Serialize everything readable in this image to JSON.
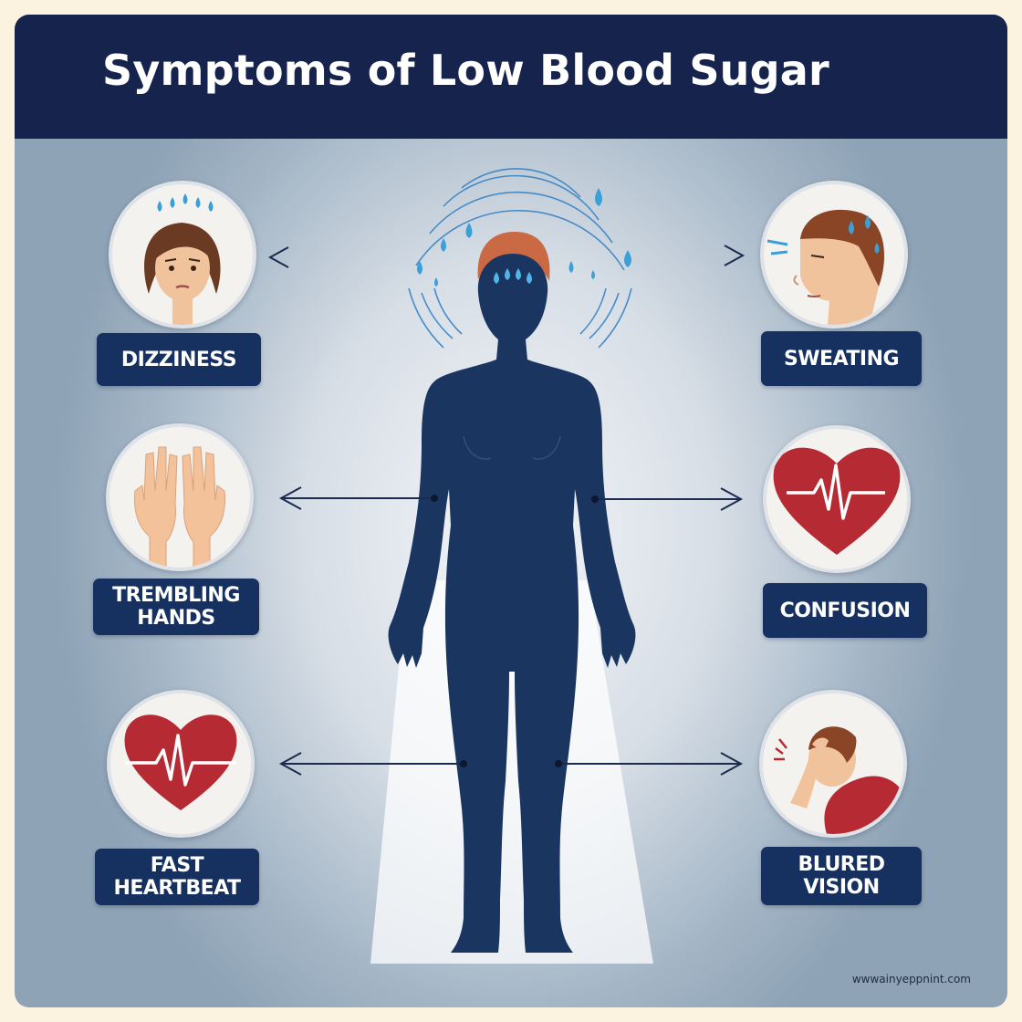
{
  "title": "Symptoms of Low Blood Sugar",
  "symptoms": {
    "dizziness": {
      "label": "DIZZINESS",
      "icon": "dizzy-face-icon"
    },
    "sweating": {
      "label": "SWEATING",
      "icon": "sweating-head-icon"
    },
    "trembling": {
      "line1": "TREMBLING",
      "line2": "HANDS",
      "icon": "trembling-hands-icon"
    },
    "confusion": {
      "label": "CONFUSION",
      "icon": "heart-pulse-icon"
    },
    "heartbeat": {
      "line1": "FAST",
      "line2": "HEARTBEAT",
      "icon": "heart-pulse-icon"
    },
    "vision": {
      "line1": "BLURED",
      "line2": "VISION",
      "icon": "head-in-hand-icon"
    }
  },
  "watermark": "wwwainyeppnint.com",
  "colors": {
    "header": "#16234c",
    "label_bg": "#16305f",
    "silhouette": "#1a3560",
    "heart": "#b52a33",
    "drop": "#3aa0d8",
    "page_bg": "#fbf3df"
  }
}
